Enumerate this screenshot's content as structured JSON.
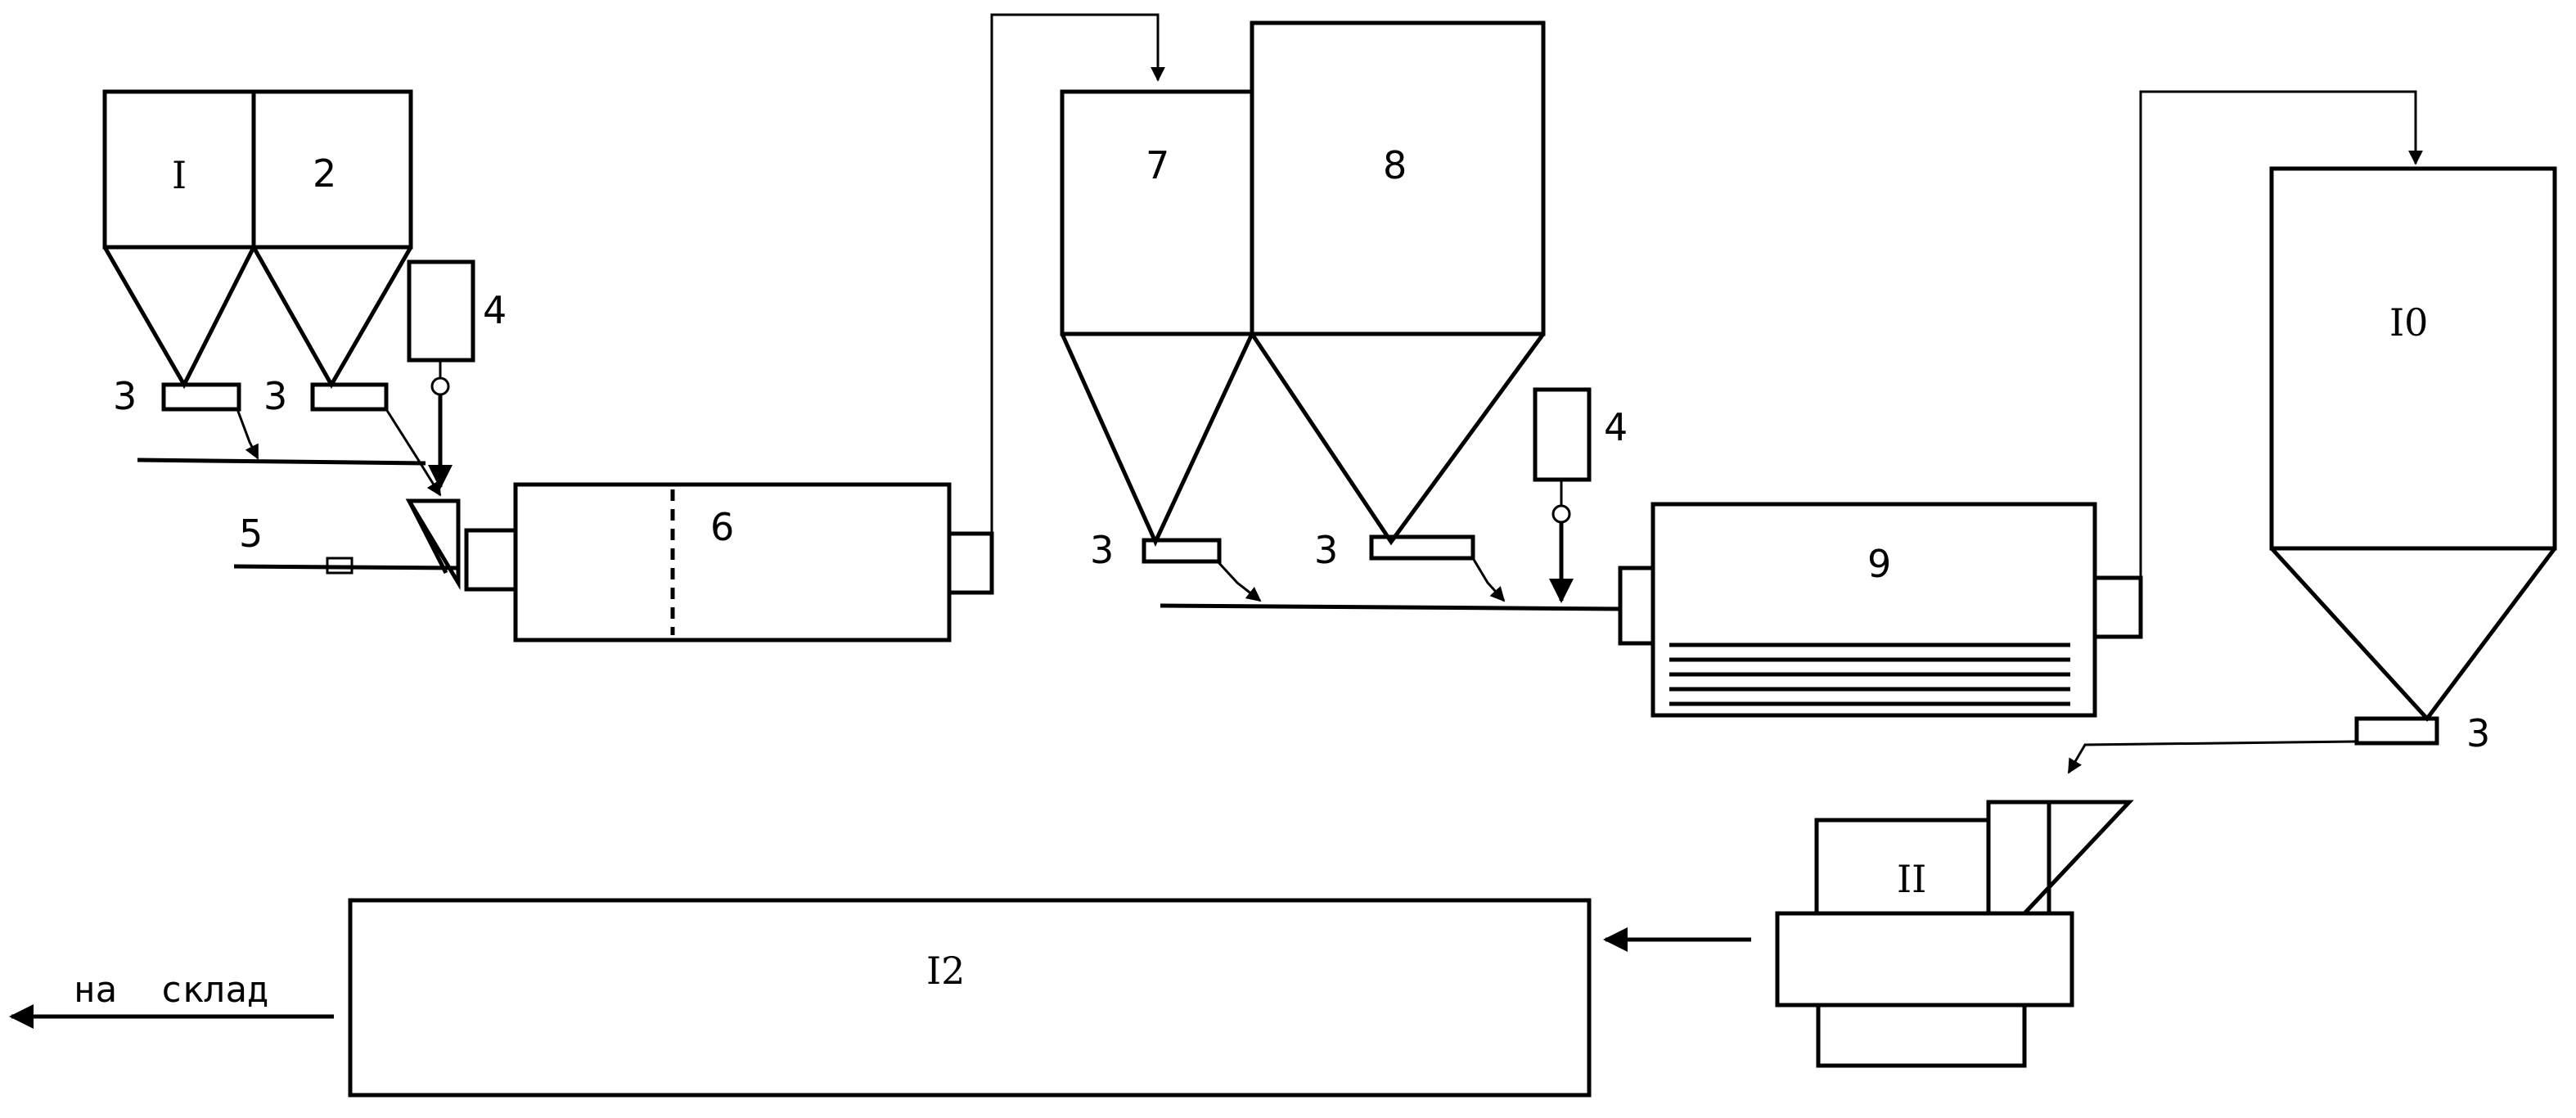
{
  "labels": {
    "hopper1": "I",
    "hopper2": "2",
    "feeder": "3",
    "doser": "4",
    "pipe5": "5",
    "mill6": "6",
    "hopper7": "7",
    "hopper8": "8",
    "mill9": "9",
    "silo10": "I0",
    "unit11": "II",
    "unit12": "I2",
    "to_warehouse": "на  склад"
  }
}
